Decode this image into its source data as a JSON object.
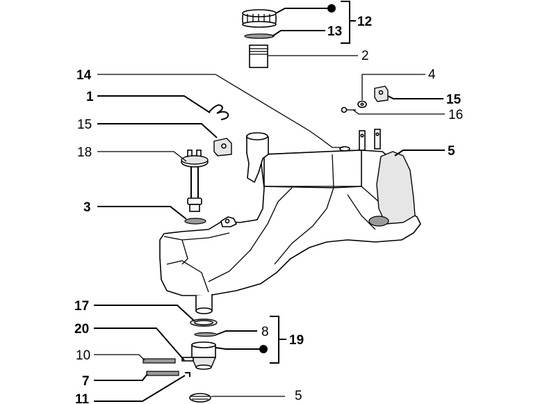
{
  "callouts": {
    "c12": "12",
    "c13": "13",
    "c2_top": "2",
    "c14": "14",
    "c4": "4",
    "c1": "1",
    "c15_right": "15",
    "c16": "16",
    "c15_left": "15",
    "c5_right": "5",
    "c18": "18",
    "c3": "3",
    "c17": "17",
    "c8": "8",
    "c19": "19",
    "c20": "20",
    "c10": "10",
    "c7": "7",
    "c11": "11",
    "c5_bottom": "5"
  }
}
